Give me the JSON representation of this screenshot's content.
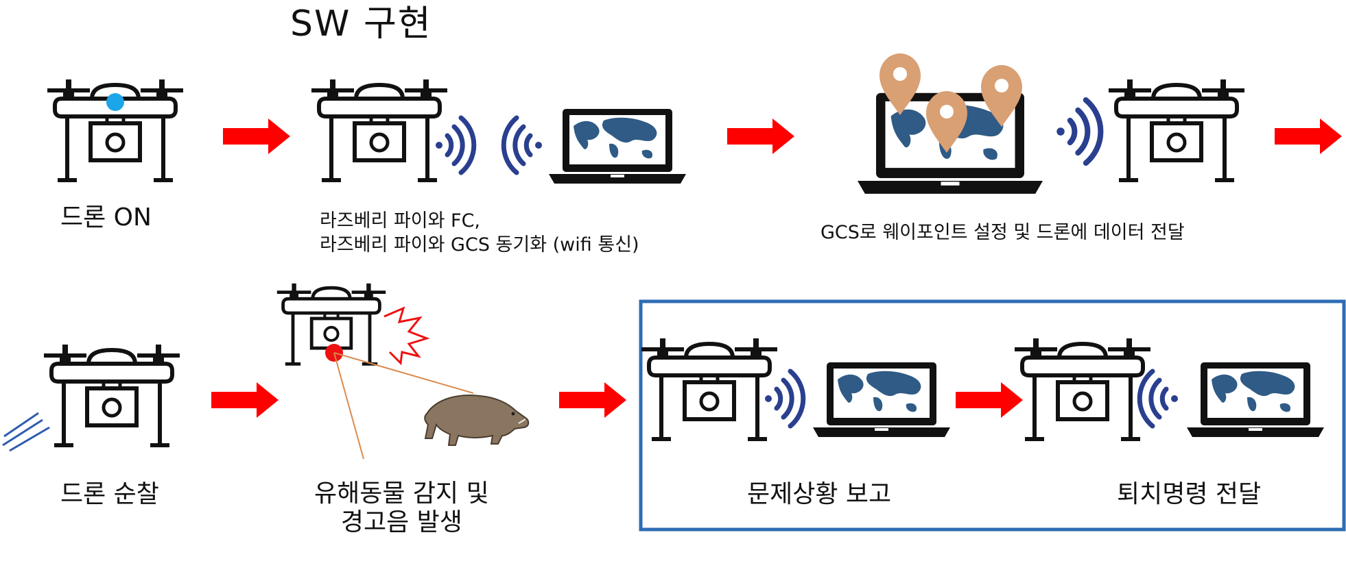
{
  "title": "SW 구현",
  "steps": [
    {
      "label": "드론 ON"
    },
    {
      "label": "라즈베리 파이와 FC,\n라즈베리 파이와 GCS 동기화 (wifi 통신)"
    },
    {
      "label": "GCS로 웨이포인트 설정 및 드론에 데이터 전달"
    },
    {
      "label": "드론 순찰"
    },
    {
      "label": "유해동물 감지 및\n경고음 발생"
    },
    {
      "label": "문제상황 보고"
    },
    {
      "label": "퇴치명령 전달"
    }
  ],
  "colors": {
    "arrow": "#ff0000",
    "wifi": "#2a3f8f",
    "map": "#2f5b86",
    "pin": "#d9a074",
    "box_border": "#2e6db4",
    "sensor_on": "#1aa6e8",
    "sensor_alert": "#ee1111",
    "boar": "#8a7660"
  }
}
